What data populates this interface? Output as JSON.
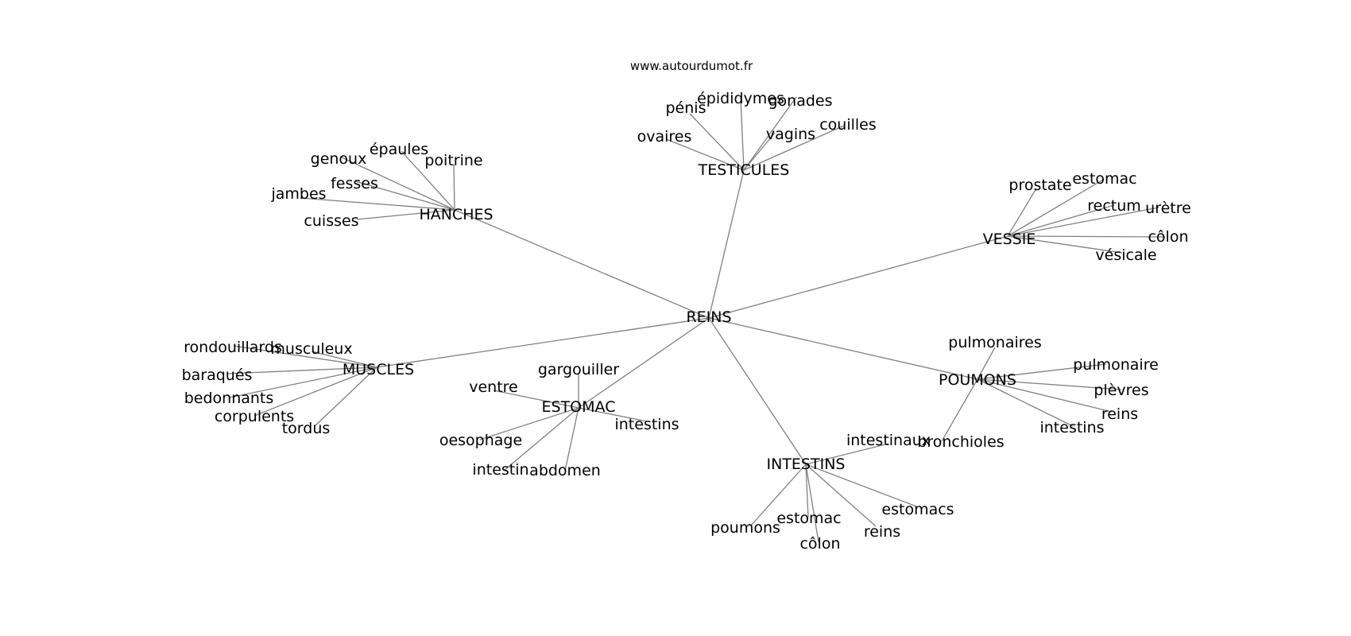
{
  "source": "www.autourdumot.fr",
  "center": "REINS",
  "colors": {
    "edge": "#808080",
    "text": "#000000",
    "background": "#ffffff"
  },
  "hubs": [
    {
      "id": "testicules",
      "label": "TESTICULES",
      "leaves": [
        "pénis",
        "épididymes",
        "gonades",
        "ovaires",
        "vagins",
        "couilles"
      ]
    },
    {
      "id": "hanches",
      "label": "HANCHES",
      "leaves": [
        "genoux",
        "épaules",
        "poitrine",
        "fesses",
        "jambes",
        "cuisses"
      ]
    },
    {
      "id": "vessie",
      "label": "VESSIE",
      "leaves": [
        "prostate",
        "estomac",
        "rectum",
        "urètre",
        "côlon",
        "vésicale"
      ]
    },
    {
      "id": "muscles",
      "label": "MUSCLES",
      "leaves": [
        "rondouillards",
        "musculeux",
        "baraqués",
        "bedonnants",
        "corpulents",
        "tordus"
      ]
    },
    {
      "id": "estomac",
      "label": "ESTOMAC",
      "leaves": [
        "gargouiller",
        "ventre",
        "intestins",
        "oesophage",
        "intestin",
        "abdomen"
      ]
    },
    {
      "id": "poumons",
      "label": "POUMONS",
      "leaves": [
        "pulmonaires",
        "pulmonaire",
        "plèvres",
        "reins",
        "intestins",
        "bronchioles"
      ]
    },
    {
      "id": "intestins",
      "label": "INTESTINS",
      "leaves": [
        "intestinaux",
        "poumons",
        "estomac",
        "côlon",
        "reins",
        "estomacs"
      ]
    }
  ]
}
